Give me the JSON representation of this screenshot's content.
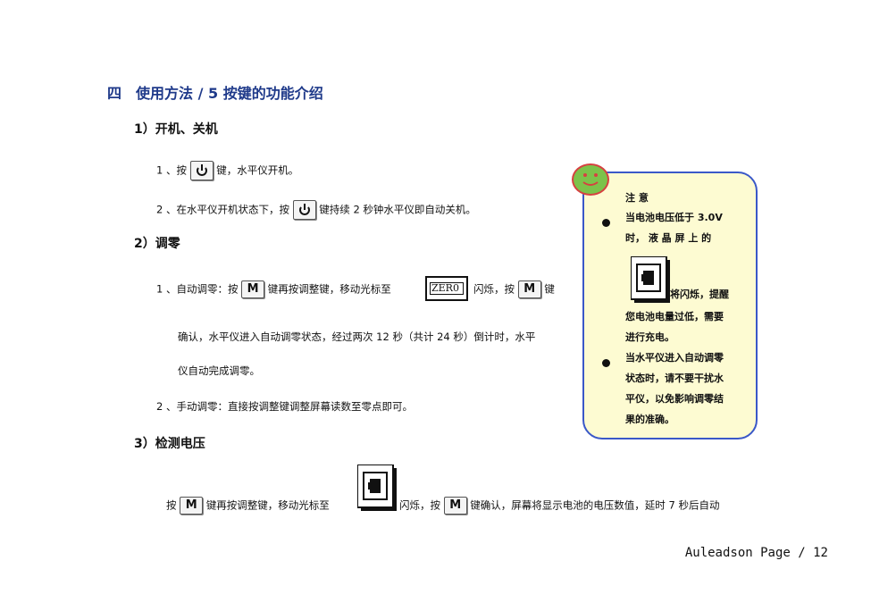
{
  "section": {
    "title": "四　使用方法 / 5 按键的功能介绍"
  },
  "s1": {
    "heading": "1）开机、关机",
    "l1_pre": "1 、按",
    "l1_post": "键，水平仪开机。",
    "l2_pre": "2 、在水平仪开机状态下，按",
    "l2_post": "键持续 2 秒钟水平仪即自动关机。"
  },
  "s2": {
    "heading": "2）调零",
    "l1_a": "1 、自动调零：按",
    "l1_b": "键再按调整键，移动光标至",
    "l1_c": "闪烁，按",
    "l1_d": "键",
    "l2": "确认，水平仪进入自动调零状态，经过两次 12 秒（共计 24 秒）倒计时，水平",
    "l3": "仪自动完成调零。",
    "l4": "2 、手动调零：直接按调整键调整屏幕读数至零点即可。"
  },
  "s3": {
    "heading": "3）检测电压",
    "l1_a": "按",
    "l1_b": "键再按调整键，移动光标至",
    "l1_c": "闪烁，按",
    "l1_d": "键确认，屏幕将显示电池的电压数值，延时 7 秒后自动"
  },
  "keys": {
    "m": "M",
    "zero": "ZER0"
  },
  "note": {
    "title": "注 意",
    "b1_l1": "当电池电压低于 3.0V",
    "b1_l2": "时， 液 晶 屏 上 的",
    "b1_l3": "将闪烁，提醒",
    "b1_l4": "您电池电量过低，需要",
    "b1_l5": "进行充电。",
    "b2_l1": "当水平仪进入自动调零",
    "b2_l2": "状态时，请不要干扰水",
    "b2_l3": "平仪，以免影响调零结",
    "b2_l4": "果的准确。"
  },
  "footer": {
    "text": "Auleadson Page / 12"
  }
}
